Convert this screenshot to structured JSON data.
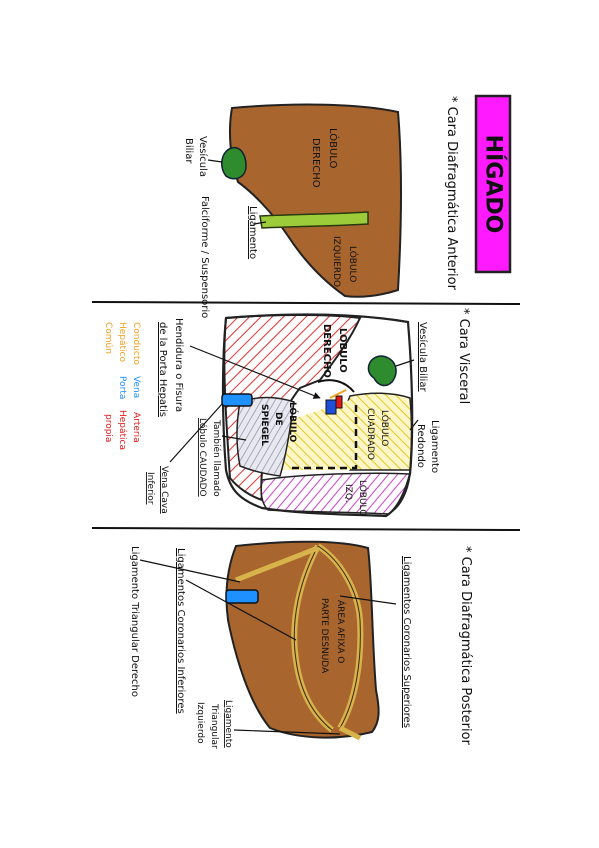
{
  "title": "HÍGADO",
  "colors": {
    "title_bg": "#ff1aff",
    "liver": "#a8652e",
    "ligament": "#9ccc3a",
    "gallbladder": "#2e8b2e",
    "vena_cava": "#1e90ff",
    "portal_vein": "#1e4fd8",
    "hepatic_artery": "#e01818",
    "bile_duct": "#2ea043",
    "hatch_red": "#e83030",
    "hatch_yellow": "#e6c820",
    "hatch_magenta": "#d040d0",
    "hatch_gray": "#9090a8"
  },
  "sections": {
    "anterior": {
      "heading": "* Cara Diafragmática Anterior",
      "right_lobe": [
        "LÓBULO",
        "DERECHO"
      ],
      "left_lobe": [
        "LÓBULO",
        "IZQUIERDO"
      ],
      "gallbladder": [
        "Vesícula",
        "Biliar"
      ],
      "ligament": [
        "Ligamento",
        "Falciforme / Suspensorio"
      ]
    },
    "visceral": {
      "heading": "* Cara Visceral",
      "gallbladder": "Vesícula Biliar",
      "round_ligament": [
        "Ligamento",
        "Redondo"
      ],
      "right_lobe": [
        "LÓBULO",
        "DERECHO"
      ],
      "quadrate_lobe": [
        "LÓBULO",
        "CUADRADO"
      ],
      "left_lobe": [
        "LÓBULO",
        "IZQ."
      ],
      "spiegel_lobe": [
        "LÓBULO",
        "DE",
        "SPIEGEL"
      ],
      "caudate_lobe": [
        "También llamado",
        "Lóbulo CAUDADO"
      ],
      "hilum": [
        "Hendidura o Fisura",
        "de la Porta Hepatis"
      ],
      "vena_cava": [
        "Vena Cava",
        "Inferior"
      ],
      "legend": [
        {
          "label": "Conducto",
          "color": "#f0a020"
        },
        {
          "label": "Hepático",
          "color": "#f0a020"
        },
        {
          "label": "Común",
          "color": "#f0a020"
        },
        {
          "label": "Vena",
          "color": "#1e90ff"
        },
        {
          "label": "Porta",
          "color": "#1e90ff"
        },
        {
          "label": "Arteria",
          "color": "#e01818"
        },
        {
          "label": "Hepática",
          "color": "#e01818"
        },
        {
          "label": "propia",
          "color": "#e01818"
        }
      ]
    },
    "posterior": {
      "heading": "* Cara Diafragmática Posterior",
      "bare_area": [
        "ÁREA AFIXA O",
        "PARTE DESNUDA"
      ],
      "coronary_sup": "Ligamentos Coronarios Superiores",
      "coronary_inf": "Ligamentos Coronarios Inferiores",
      "triangular_right": "Ligamento Triangular Derecho",
      "triangular_left": [
        "Ligamento",
        "Triangular",
        "Izquierdo"
      ]
    }
  }
}
